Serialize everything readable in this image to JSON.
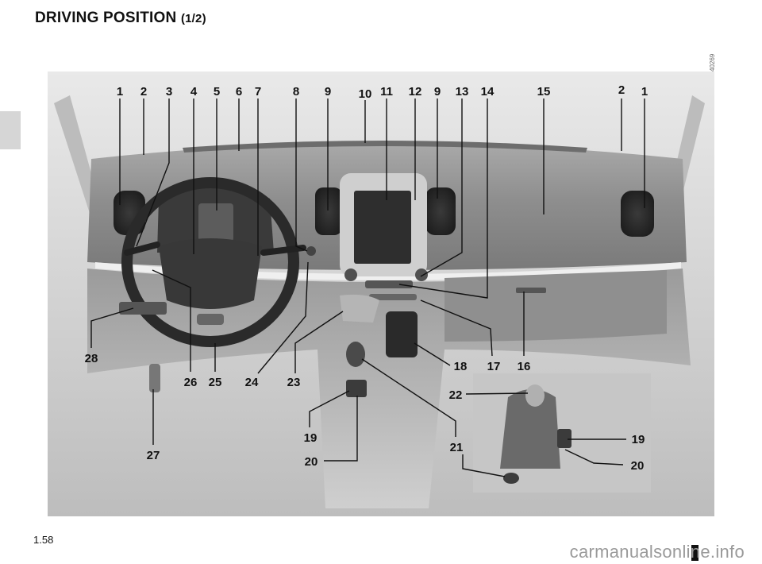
{
  "page": {
    "title": "DRIVING POSITION",
    "title_part": "(1/2)",
    "page_number": "1.58",
    "reference_code": "40269",
    "watermark": "carmanualsonline.info"
  },
  "callouts": {
    "top_row": [
      "1",
      "2",
      "3",
      "4",
      "5",
      "6",
      "7",
      "8",
      "9",
      "10",
      "11",
      "12",
      "9",
      "13",
      "14",
      "15",
      "2",
      "1"
    ],
    "bottom_row": [
      "28",
      "26",
      "25",
      "24",
      "23",
      "18",
      "17",
      "16",
      "22",
      "19",
      "21",
      "27",
      "19",
      "20",
      "20"
    ]
  },
  "colors": {
    "text": "#111111",
    "tab": "#d6d6d6",
    "watermark": "#9a9a9a"
  }
}
